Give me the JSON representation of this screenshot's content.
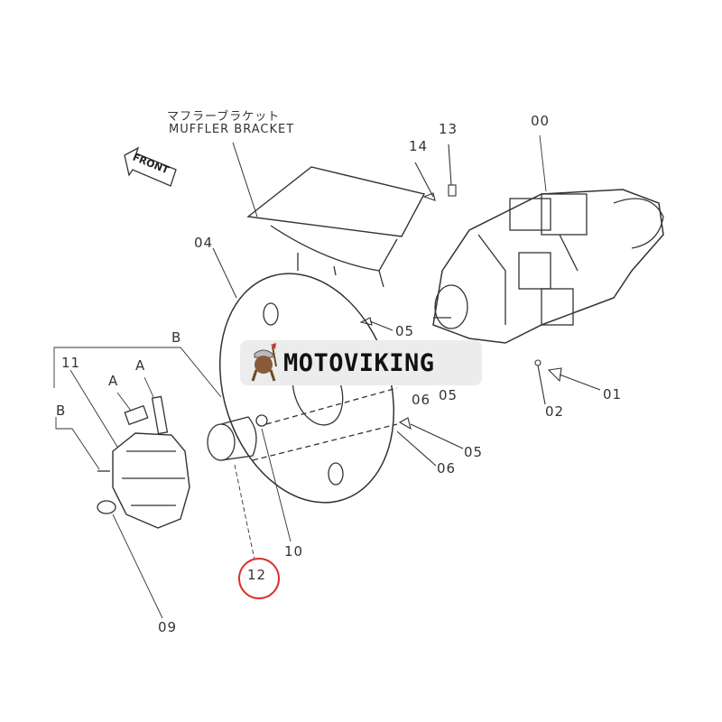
{
  "header": {
    "japanese": "マフラーブラケット",
    "english": "MUFFLER BRACKET"
  },
  "front_arrow": "FRONT",
  "logo": {
    "text": "MOTOVIKING"
  },
  "highlight_color": "#d9312b",
  "callouts": {
    "c00": "00",
    "c13": "13",
    "c14": "14",
    "c04": "04",
    "c05a": "05",
    "c05b": "05",
    "c05c": "05",
    "c06a": "06",
    "c06b": "06",
    "c02": "02",
    "c01": "01",
    "c11": "11",
    "cBa": "B",
    "cBb": "B",
    "cAa": "A",
    "cAb": "A",
    "c10": "10",
    "c12": "12",
    "c09": "09"
  }
}
